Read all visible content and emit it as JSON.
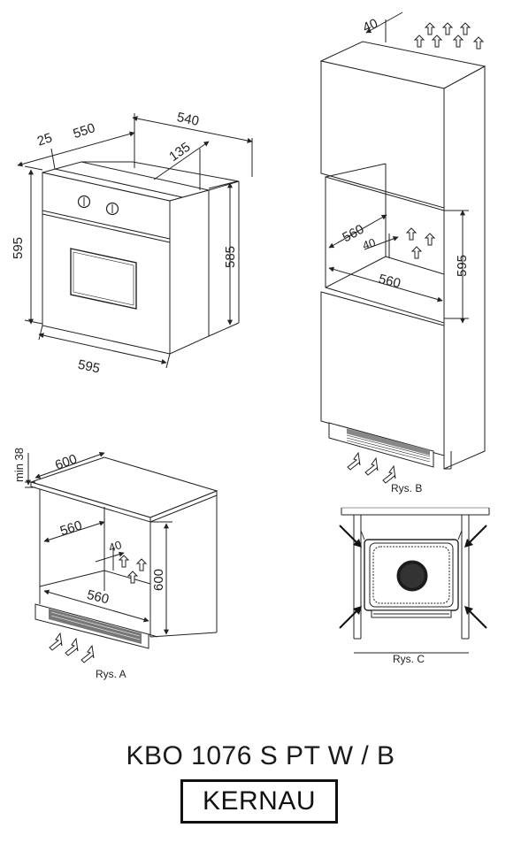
{
  "oven_dims": {
    "d25": "25",
    "d550": "550",
    "d540": "540",
    "d135": "135",
    "d595_height": "595",
    "d585": "585",
    "d595_width": "595"
  },
  "rys_a": {
    "caption": "Rys. A",
    "min38": "min 38",
    "d600_top": "600",
    "d560_inner": "560",
    "d40": "40",
    "d600_height": "600",
    "d560_bottom": "560"
  },
  "rys_b": {
    "caption": "Rys. B",
    "d40_top": "40",
    "d560_upper": "560",
    "d40_inner": "40",
    "d560_lower": "560",
    "d595": "595"
  },
  "rys_c": {
    "caption": "Rys. C"
  },
  "model": "KBO 1076 S PT W / B",
  "brand": "KERNAU"
}
